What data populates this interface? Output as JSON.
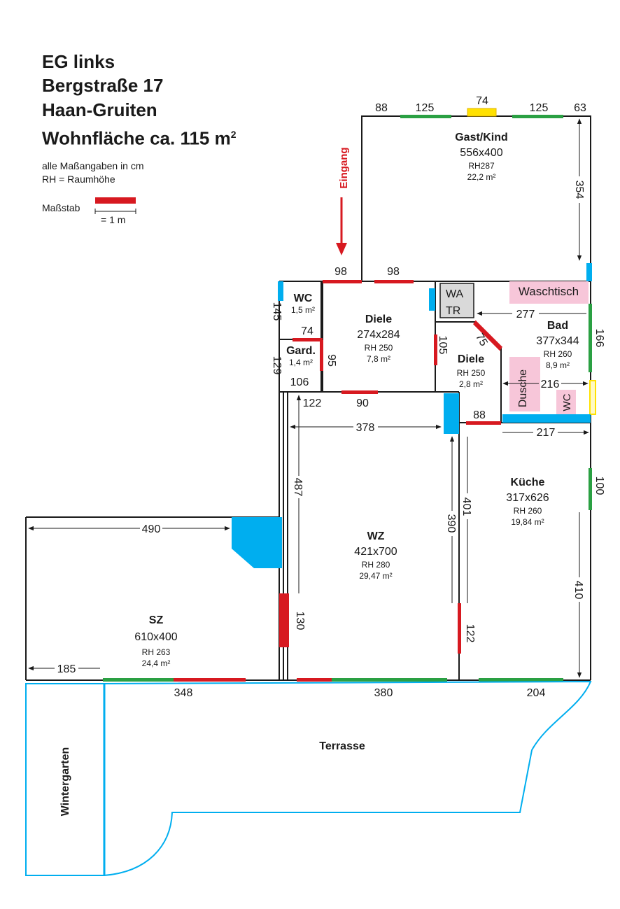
{
  "header": {
    "line1": "EG links",
    "line2": "Bergstraße 17",
    "line3": "Haan-Gruiten",
    "line4": "Wohnfläche ca. 115 m",
    "line4_sup": "2"
  },
  "notes": {
    "units": "alle Maßangaben in cm",
    "rh": "RH = Raumhöhe",
    "scale_label": "Maßstab",
    "scale_value": "= 1 m"
  },
  "entrance": {
    "label": "Eingang"
  },
  "rooms": {
    "gast": {
      "name": "Gast/Kind",
      "dims": "556x400",
      "rh": "RH287",
      "area": "22,2 m²"
    },
    "wc1": {
      "name": "WC",
      "area": "1,5 m²"
    },
    "gard": {
      "name": "Gard.",
      "area": "1,4 m²"
    },
    "diele1": {
      "name": "Diele",
      "dims": "274x284",
      "rh": "RH 250",
      "area": "7,8 m²"
    },
    "diele2": {
      "name": "Diele",
      "rh": "RH 250",
      "area": "2,8 m²"
    },
    "bad": {
      "name": "Bad",
      "dims": "377x344",
      "rh": "RH 260",
      "area": "8,9 m²"
    },
    "kueche": {
      "name": "Küche",
      "dims": "317x626",
      "rh": "RH 260",
      "area": "19,84 m²"
    },
    "wz": {
      "name": "WZ",
      "dims": "421x700",
      "rh": "RH 280",
      "area": "29,47 m²"
    },
    "sz": {
      "name": "SZ",
      "dims": "610x400",
      "rh": "RH 263",
      "area": "24,4 m²"
    },
    "terrasse": {
      "name": "Terrasse"
    },
    "wintergarten": {
      "name": "Wintergarten"
    }
  },
  "fixtures": {
    "wa": "WA",
    "tr": "TR",
    "waschtisch": "Waschtisch",
    "dusche": "Dusche",
    "wc_bad": "WC"
  },
  "dimensions": {
    "top_88": "88",
    "top_125a": "125",
    "top_74": "74",
    "top_125b": "125",
    "top_63": "63",
    "gast_354": "354",
    "d98a": "98",
    "d98b": "98",
    "d145": "145",
    "d74": "74",
    "d129": "129",
    "d95": "95",
    "d106": "106",
    "d105": "105",
    "d75": "75",
    "d277": "277",
    "d166": "166",
    "d216": "216",
    "d122a": "122",
    "d90": "90",
    "d378": "378",
    "d88": "88",
    "d217": "217",
    "d487": "487",
    "d490": "490",
    "d390": "390",
    "d401": "401",
    "d100": "100",
    "d410": "410",
    "d130": "130",
    "d122b": "122",
    "d185": "185",
    "d348": "348",
    "d380": "380",
    "d204": "204"
  },
  "colors": {
    "wall": "#1a1a1a",
    "door": "#d71920",
    "window": "#2aa043",
    "cyan": "#00aeef",
    "yellow": "#ffe100",
    "pink": "#f7c6d9",
    "gray": "#d9d9d9"
  }
}
